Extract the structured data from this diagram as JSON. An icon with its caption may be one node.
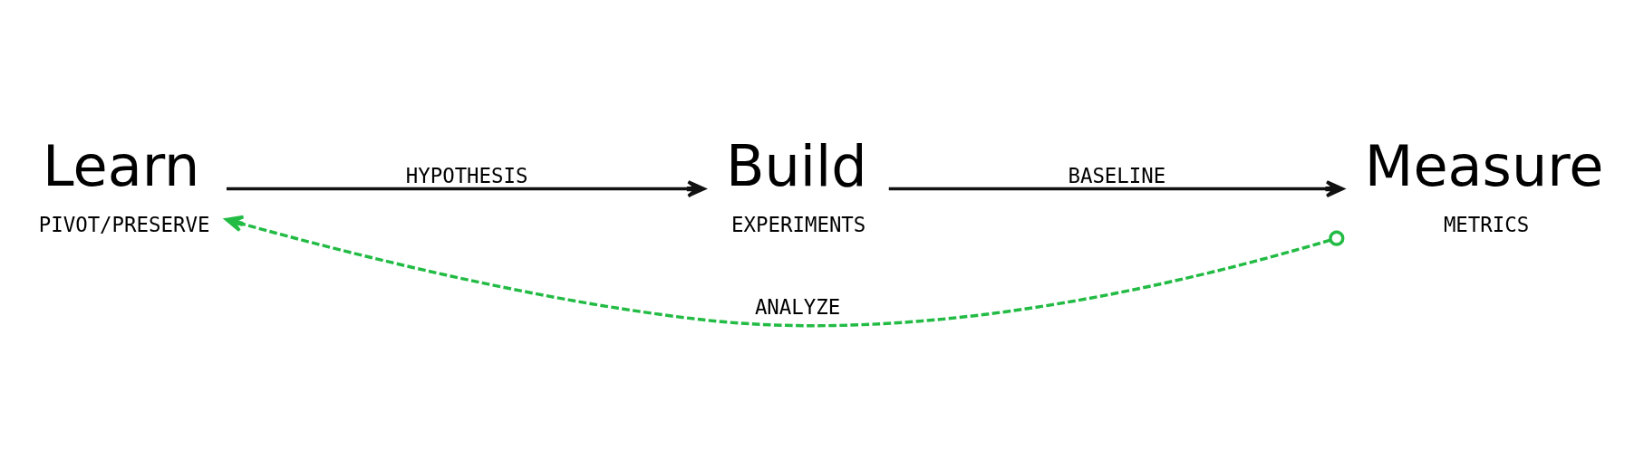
{
  "diagram": {
    "nodes": [
      {
        "text": [
          "Learn"
        ],
        "beside": [
          "PIVOT/PRESERVE"
        ]
      },
      {
        "text": [
          "Build"
        ],
        "beside": [
          "EXPERIMENTS"
        ]
      },
      {
        "text": [
          "Measure"
        ],
        "beside": [
          "METRICS"
        ]
      }
    ],
    "edges": [
      {
        "from": 0,
        "to": 1,
        "arrow": "to",
        "label": "HYPOTHESIS"
      },
      {
        "from": 1,
        "to": 2,
        "arrow": "to",
        "label": "BASELINE"
      },
      {
        "from": 2,
        "to": 0,
        "arrow": "to",
        "label": "ANALYZE",
        "style": "dashed",
        "color": "#22bb44"
      }
    ]
  }
}
